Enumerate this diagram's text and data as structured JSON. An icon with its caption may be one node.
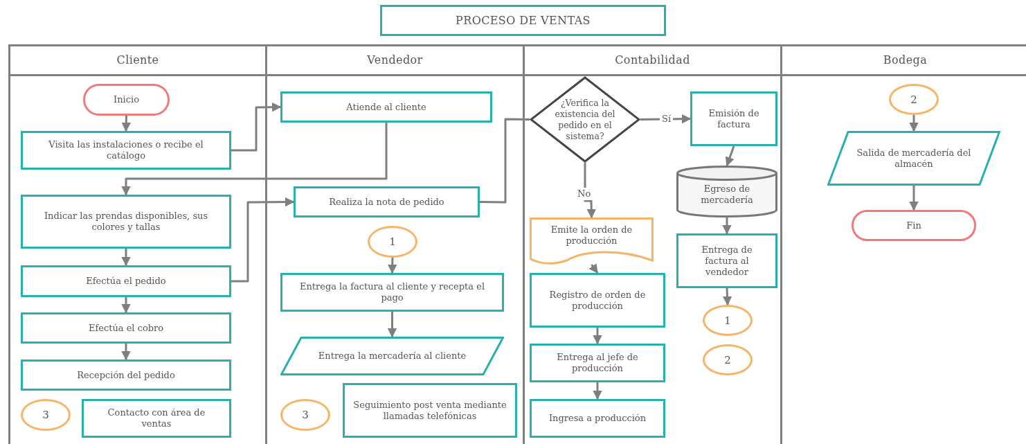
{
  "diagram": {
    "title": "PROCESO DE VENTAS",
    "nodes": [
      {
        "text": [
          "Cliente"
        ]
      },
      {
        "text": [
          "Vendedor"
        ]
      },
      {
        "text": [
          "Contabilidad"
        ]
      },
      {
        "text": [
          "Bodega"
        ]
      },
      {
        "text": [
          "Inicio"
        ],
        "in": 0
      },
      {
        "text": [
          "Visita las instalaciones o recibe el catálogo"
        ],
        "in": 0
      },
      {
        "text": [
          "Indicar las prendas disponibles, sus colores y tallas"
        ],
        "in": 0
      },
      {
        "text": [
          "Efectúa el pedido"
        ],
        "in": 0
      },
      {
        "text": [
          "Efectúa el cobro"
        ],
        "in": 0
      },
      {
        "text": [
          "Recepción del pedido"
        ],
        "in": 0
      },
      {
        "text": [
          "3"
        ],
        "in": 0
      },
      {
        "text": [
          "Contacto con área de ventas"
        ],
        "in": 0
      },
      {
        "text": [
          "Atiende al cliente"
        ],
        "in": 1
      },
      {
        "text": [
          "Realiza la nota de pedido"
        ],
        "in": 1
      },
      {
        "text": [
          "1"
        ],
        "in": 1
      },
      {
        "text": [
          "Entrega la factura al cliente y recepta el pago"
        ],
        "in": 1
      },
      {
        "text": [
          "Entrega la mercadería al cliente"
        ],
        "in": 1
      },
      {
        "text": [
          "3"
        ],
        "in": 1
      },
      {
        "text": [
          "Seguimiento post venta mediante llamadas telefónicas"
        ],
        "in": 1
      },
      {
        "text": [
          "¿Verifica la existencia del pedido en el sistema?"
        ],
        "in": 2
      },
      {
        "text": [
          "Emisión de factura"
        ],
        "in": 2
      },
      {
        "text": [
          "Egreso de mercadería"
        ],
        "in": 2
      },
      {
        "text": [
          "Emite la orden de producción"
        ],
        "in": 2
      },
      {
        "text": [
          "Registro de orden de producción"
        ],
        "in": 2
      },
      {
        "text": [
          "Entrega al jefe de producción"
        ],
        "in": 2
      },
      {
        "text": [
          "Ingresa a producción"
        ],
        "in": 2
      },
      {
        "text": [
          "Entrega de factura al vendedor"
        ],
        "in": 2
      },
      {
        "text": [
          "1"
        ],
        "in": 2
      },
      {
        "text": [
          "2"
        ],
        "in": 2
      },
      {
        "text": [
          "2"
        ],
        "in": 3
      },
      {
        "text": [
          "Salida de mercadería del almacén"
        ],
        "in": 3
      },
      {
        "text": [
          "Fin"
        ],
        "in": 3
      }
    ],
    "edges": [
      {
        "from": 4,
        "to": 5,
        "arrow": "to"
      },
      {
        "from": 5,
        "to": 12,
        "arrow": "to"
      },
      {
        "from": 12,
        "to": 6,
        "arrow": "to"
      },
      {
        "from": 6,
        "to": 7,
        "arrow": "to"
      },
      {
        "from": 7,
        "to": 13,
        "arrow": "to"
      },
      {
        "from": 7,
        "to": 8,
        "arrow": "to"
      },
      {
        "from": 8,
        "to": 9,
        "arrow": "to"
      },
      {
        "from": 13,
        "to": 19,
        "arrow": "none"
      },
      {
        "from": 19,
        "to": 20,
        "arrow": "to",
        "label": "Sí"
      },
      {
        "from": 19,
        "to": 22,
        "arrow": "to",
        "label": "No"
      },
      {
        "from": 22,
        "to": 23,
        "arrow": "to"
      },
      {
        "from": 23,
        "to": 24,
        "arrow": "to"
      },
      {
        "from": 24,
        "to": 25,
        "arrow": "to"
      },
      {
        "from": 20,
        "to": 21,
        "arrow": "to"
      },
      {
        "from": 21,
        "to": 26,
        "arrow": "to"
      },
      {
        "from": 26,
        "to": 27,
        "arrow": "to"
      },
      {
        "from": 14,
        "to": 15,
        "arrow": "to"
      },
      {
        "from": 15,
        "to": 16,
        "arrow": "to"
      },
      {
        "from": 29,
        "to": 30,
        "arrow": "to"
      },
      {
        "from": 30,
        "to": 31,
        "arrow": "to"
      }
    ]
  }
}
